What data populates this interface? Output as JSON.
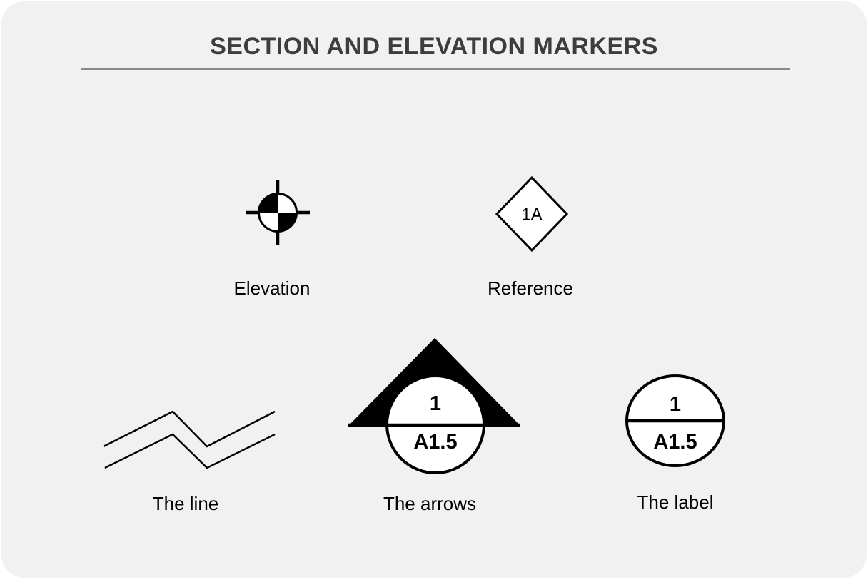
{
  "page": {
    "title": "SECTION AND ELEVATION MARKERS"
  },
  "colors": {
    "page_background": "#ffffff",
    "card_background": "#f1f1f2",
    "title_text": "#3d3d3d",
    "divider_rule": "#8a8a8a",
    "symbol_ink": "#000000",
    "symbol_fill": "#ffffff"
  },
  "markers": {
    "elevation": {
      "label": "Elevation"
    },
    "reference": {
      "label": "Reference",
      "code": "1A"
    },
    "line": {
      "label": "The line"
    },
    "arrows": {
      "label": "The arrows",
      "detail_number": "1",
      "sheet_number": "A1.5"
    },
    "label": {
      "label": "The label",
      "detail_number": "1",
      "sheet_number": "A1.5"
    }
  }
}
